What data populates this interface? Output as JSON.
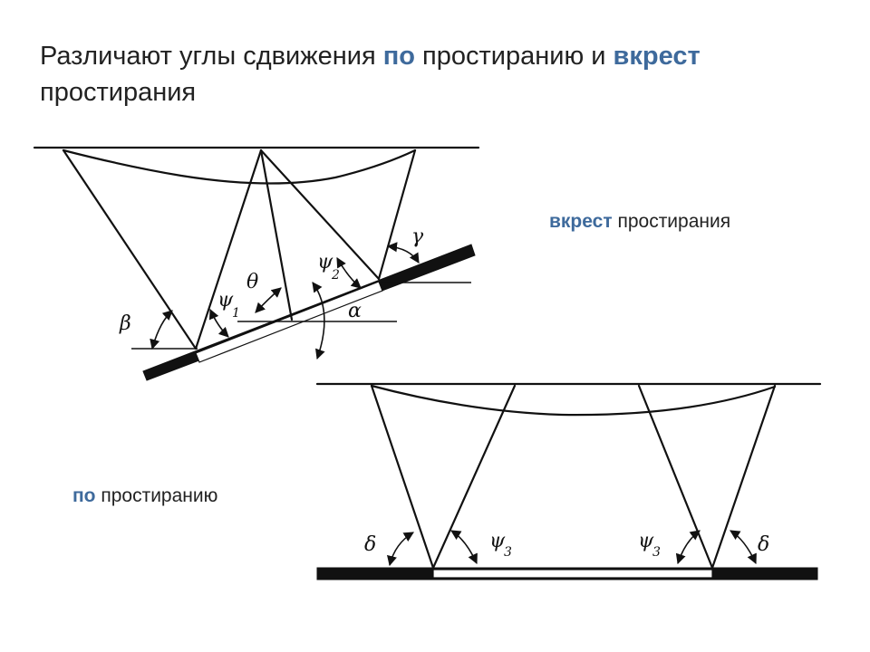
{
  "slide": {
    "title_part1": "Различают углы сдвижения ",
    "title_accent1": "по",
    "title_part2": " простиранию и ",
    "title_accent2": "вкрест",
    "title_part3": " простирания",
    "accent_color": "#3e6a9c"
  },
  "labels": {
    "cross_accent": "вкрест",
    "cross_rest": " простирания",
    "along_accent": "по",
    "along_rest": " простиранию"
  },
  "diagram_cross": {
    "beta": "β",
    "psi": "ψ",
    "sub1": "1",
    "sub2": "2",
    "theta": "θ",
    "alpha": "α",
    "gamma": "γ"
  },
  "diagram_along": {
    "delta": "δ",
    "psi": "ψ",
    "sub3": "3"
  }
}
